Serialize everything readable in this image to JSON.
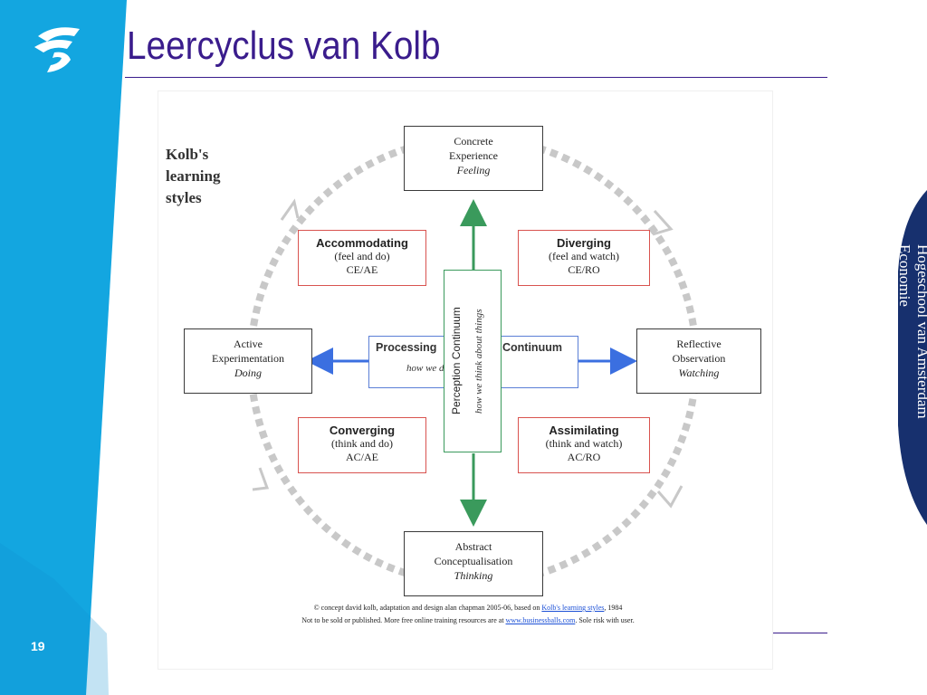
{
  "title": "Leercyclus van Kolb",
  "slide_number": "19",
  "school": {
    "line1": "Hogeschool van Amsterdam",
    "line2": "Economie"
  },
  "colors": {
    "cyan": "#13a6e0",
    "navy": "#17306e",
    "title": "#3a1c8c",
    "style_border": "#d9534f",
    "perception_green": "#3a9a5c",
    "processing_blue": "#3b6fe0"
  },
  "diagram": {
    "heading": [
      "Kolb's",
      "learning",
      "styles"
    ],
    "stages": {
      "concrete": {
        "line1": "Concrete",
        "line2": "Experience",
        "sub": "Feeling"
      },
      "reflective": {
        "line1": "Reflective",
        "line2": "Observation",
        "sub": "Watching"
      },
      "abstract": {
        "line1": "Abstract",
        "line2": "Conceptualisation",
        "sub": "Thinking"
      },
      "active": {
        "line1": "Active",
        "line2": "Experimentation",
        "sub": "Doing"
      }
    },
    "styles": {
      "accommodating": {
        "name": "Accommodating",
        "desc": "(feel and do)",
        "code": "CE/AE"
      },
      "diverging": {
        "name": "Diverging",
        "desc": "(feel and watch)",
        "code": "CE/RO"
      },
      "converging": {
        "name": "Converging",
        "desc": "(think and do)",
        "code": "AC/AE"
      },
      "assimilating": {
        "name": "Assimilating",
        "desc": "(think and watch)",
        "code": "AC/RO"
      }
    },
    "processing": {
      "left": "Processing",
      "right": "Continuum",
      "sub": "how we do things"
    },
    "perception": {
      "label": "Perception Continuum",
      "sub": "how we think about things"
    },
    "credit": {
      "line1_pre": "© concept david kolb, adaptation and design alan chapman 2005-06, based on ",
      "line1_link": "Kolb's learning styles",
      "line1_post": ", 1984",
      "line2_pre": "Not to be sold or published. More free online training resources are at ",
      "line2_link": "www.businessballs.com",
      "line2_post": ". Sole risk with user."
    }
  }
}
